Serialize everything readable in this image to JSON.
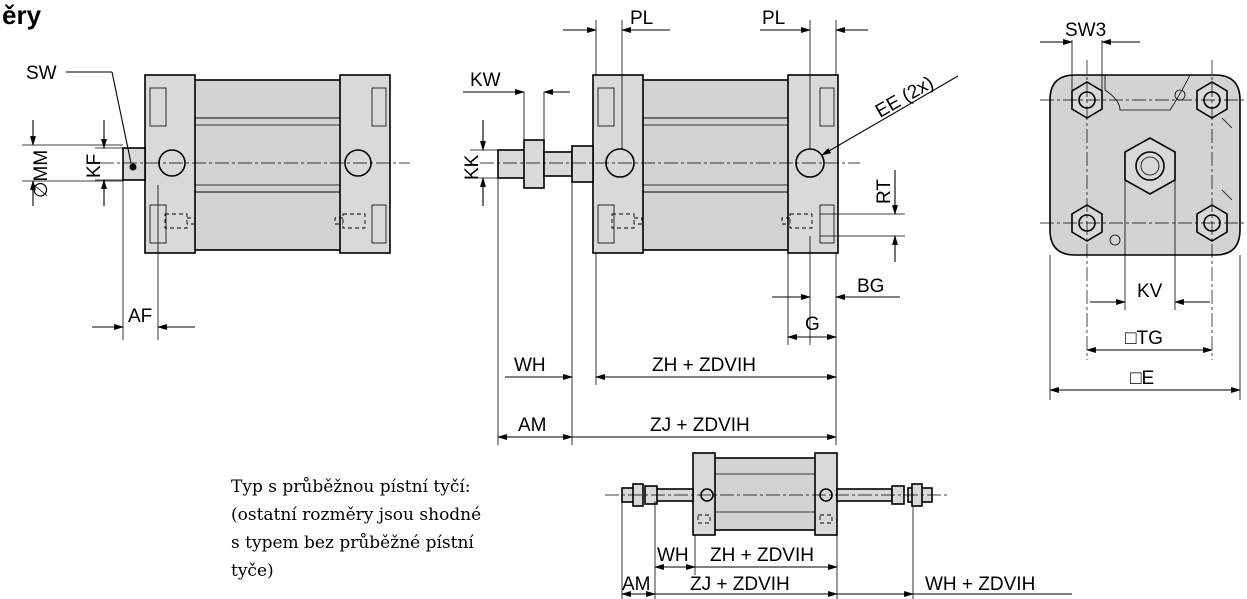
{
  "heading": {
    "title": "ěry"
  },
  "labels": {
    "sw": "SW",
    "mm": "∅MM",
    "kf": "KF",
    "af": "AF",
    "kw": "KW",
    "kk": "KK",
    "pl_left": "PL",
    "pl_right": "PL",
    "ee": "EE (2x)",
    "rt": "RT",
    "bg": "BG",
    "g": "G",
    "wh": "WH",
    "zh": "ZH + ZDVIH",
    "am": "AM",
    "zj": "ZJ + ZDVIH",
    "sw3": "SW3",
    "kv": "KV",
    "tg": "□TG",
    "e": "□E"
  },
  "through_rod": {
    "note_lines": [
      "Typ s průběžnou pístní tyčí:",
      "(ostatní rozměry jsou shodné",
      "s typem bez průběžné pístní",
      "tyče)"
    ],
    "wh": "WH",
    "zh": "ZH + ZDVIH",
    "am": "AM",
    "zj": "ZJ + ZDVIH",
    "wh_stroke": "WH + ZDVIH"
  }
}
